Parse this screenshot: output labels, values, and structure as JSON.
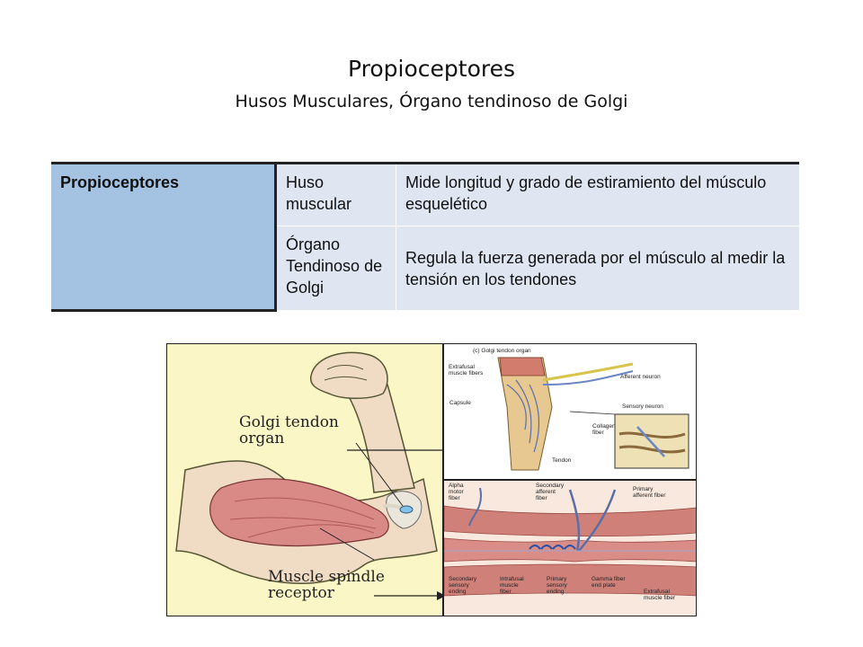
{
  "slide": {
    "title": "Propioceptores",
    "subtitle": "Husos Musculares, Órgano tendinoso de Golgi"
  },
  "table": {
    "row_header": "Propioceptores",
    "rows": [
      {
        "name": "Huso muscular",
        "description": "Mide longitud y grado de estiramiento del músculo esquelético"
      },
      {
        "name": "Órgano Tendinoso de Golgi",
        "description": "Regula la fuerza generada por el músculo al medir la tensión en los tendones"
      }
    ]
  },
  "figure": {
    "arm_labels": {
      "golgi_line1": "Golgi tendon",
      "golgi_line2": "organ",
      "spindle_line1": "Muscle spindle",
      "spindle_line2": "receptor"
    },
    "golgi_panel": {
      "caption": "(c) Golgi tendon organ",
      "extrafusal_l1": "Extrafusal",
      "extrafusal_l2": "muscle fibers",
      "afferent": "Afferent neuron",
      "capsule": "Capsule",
      "sensory": "Sensory neuron",
      "collagen_l1": "Collagen",
      "collagen_l2": "fiber",
      "tendon": "Tendon"
    },
    "spindle_panel": {
      "alpha_l1": "Alpha",
      "alpha_l2": "motor",
      "alpha_l3": "fiber",
      "secondary_afferent_l1": "Secondary",
      "secondary_afferent_l2": "afferent",
      "secondary_afferent_l3": "fiber",
      "primary_afferent_l1": "Primary",
      "primary_afferent_l2": "afferent fiber",
      "secondary_sensory_l1": "Secondary",
      "secondary_sensory_l2": "sensory",
      "secondary_sensory_l3": "ending",
      "intrafusal_l1": "Intrafusal",
      "intrafusal_l2": "muscle",
      "intrafusal_l3": "fiber",
      "primary_sensory_l1": "Primary",
      "primary_sensory_l2": "sensory",
      "primary_sensory_l3": "ending",
      "gamma_l1": "Gamma fiber",
      "gamma_l2": "end plate",
      "extrafusal_l1": "Extrafusal",
      "extrafusal_l2": "muscle fiber"
    }
  }
}
